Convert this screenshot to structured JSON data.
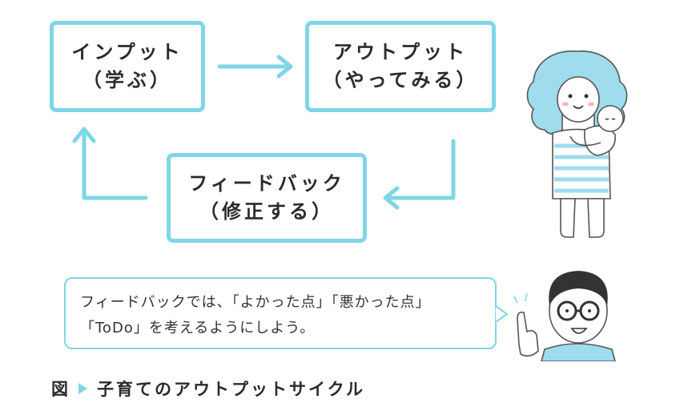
{
  "diagram": {
    "input_box": {
      "title": "インプット",
      "subtitle": "（学ぶ）"
    },
    "output_box": {
      "title": "アウトプット",
      "subtitle": "（やってみる）"
    },
    "feedback_box": {
      "title": "フィードバック",
      "subtitle": "（修正する）"
    }
  },
  "speech_bubble": {
    "line1": "フィードバックでは、「よかった点」「悪かった点」",
    "line2": "「ToDo」を考えるようにしよう。"
  },
  "caption": {
    "label": "図",
    "text": "子育てのアウトプットサイクル"
  },
  "colors": {
    "accent": "#7fd6e6",
    "hair_mother": "#9fdcee",
    "text": "#2b2b2b"
  }
}
